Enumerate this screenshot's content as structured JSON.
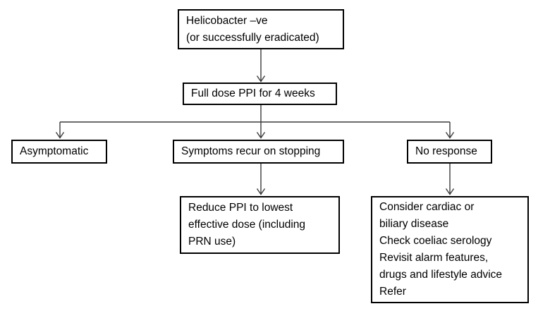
{
  "nodes": {
    "helicobacter_negative": {
      "lines": [
        "Helicobacter –ve",
        "(or successfully eradicated)"
      ]
    },
    "full_dose_ppi": {
      "lines": [
        "Full dose PPI for 4 weeks"
      ]
    },
    "asymptomatic": {
      "lines": [
        "Asymptomatic"
      ]
    },
    "symptoms_recur": {
      "lines": [
        "Symptoms recur on stopping"
      ]
    },
    "no_response": {
      "lines": [
        "No response"
      ]
    },
    "reduce_ppi": {
      "lines": [
        "Reduce PPI to lowest",
        "effective dose (including",
        "PRN use)"
      ]
    },
    "consider_cardiac": {
      "lines": [
        "Consider cardiac or",
        "biliary disease",
        "Check coeliac serology",
        "Revisit alarm features,",
        "drugs and lifestyle advice",
        "Refer"
      ]
    }
  },
  "edges": [
    {
      "from": "helicobacter_negative",
      "to": "full_dose_ppi"
    },
    {
      "from": "full_dose_ppi",
      "to": "asymptomatic"
    },
    {
      "from": "full_dose_ppi",
      "to": "symptoms_recur"
    },
    {
      "from": "full_dose_ppi",
      "to": "no_response"
    },
    {
      "from": "symptoms_recur",
      "to": "reduce_ppi"
    },
    {
      "from": "no_response",
      "to": "consider_cardiac"
    }
  ],
  "colors": {
    "background": "#ffffff",
    "box_border": "#000000",
    "connector": "#3a3a3a",
    "text": "#000000"
  }
}
